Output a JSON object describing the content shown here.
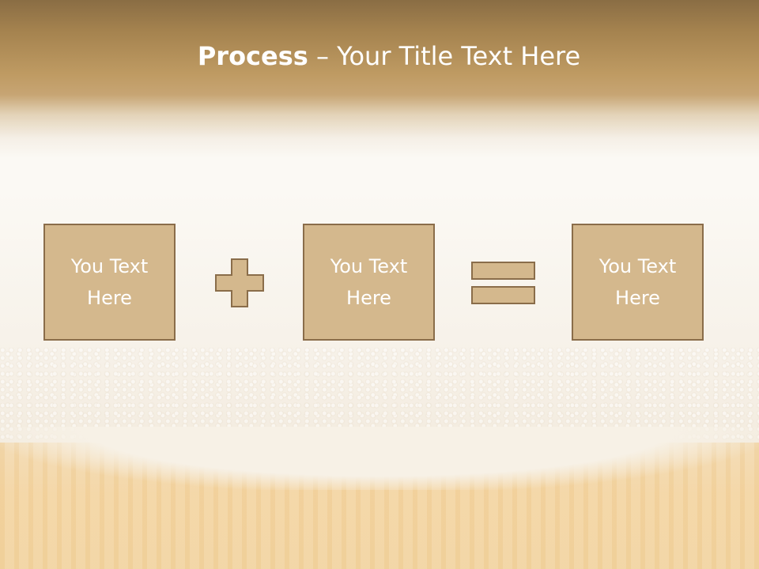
{
  "slide": {
    "title_bold": "Process",
    "title_rest": " – Your Title Text Here",
    "boxes": [
      {
        "text": "You Text Here"
      },
      {
        "text": "You Text Here"
      },
      {
        "text": "You Text Here"
      }
    ],
    "operators": [
      "plus-icon",
      "equals-icon"
    ],
    "colors": {
      "box_fill": "#d4b88d",
      "box_border": "#8a6d4a",
      "header_brown": "#a5834f",
      "text": "#ffffff"
    }
  }
}
